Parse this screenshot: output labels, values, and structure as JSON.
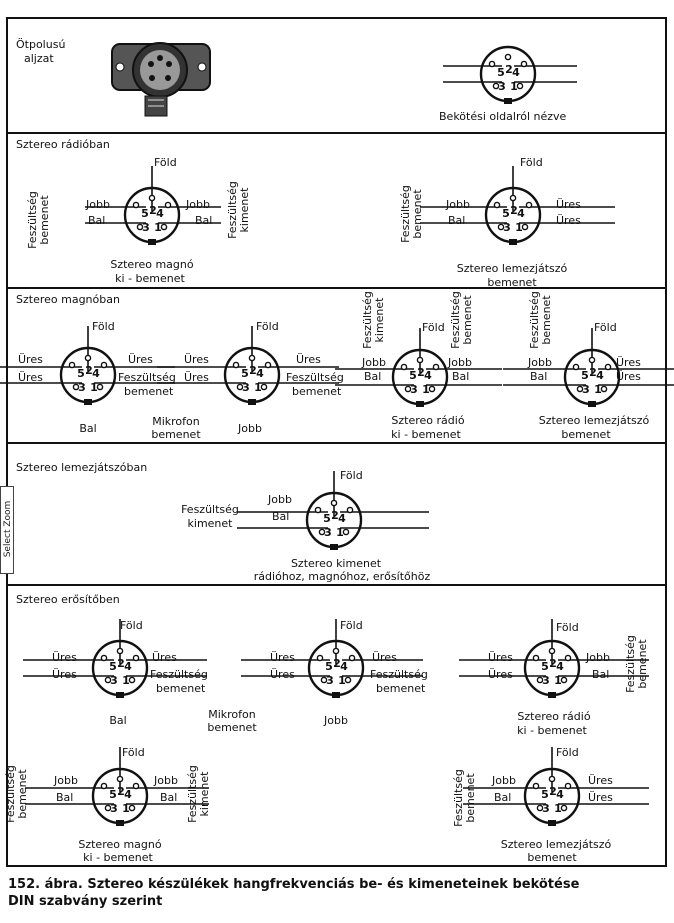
{
  "figure_caption_line1": "152. ábra. Sztereo készülékek hangfrekvenciás be- és kimeneteinek bekötése",
  "figure_caption_line2": "DIN szabvány szerint",
  "side_tab_label": "Select Zoom",
  "sections": {
    "s1": {
      "socket_label_1": "Ötpolusú",
      "socket_label_2": "aljzat",
      "view_label": "Bekötési oldalról nézve"
    },
    "s2": {
      "title": "Sztereo rádióban"
    },
    "s3": {
      "title": "Sztereo magnóban"
    },
    "s4": {
      "title": "Sztereo lemezjátszóban"
    },
    "s5": {
      "title": "Sztereo erősítőben"
    }
  },
  "pin_numbers": [
    "5",
    "2",
    "4",
    "3",
    "1"
  ],
  "terms": {
    "fold": "Föld",
    "jobb": "Jobb",
    "bal": "Bal",
    "ures": "Üres",
    "fesz_bemenet_1": "Feszültség",
    "fesz_bemenet_2": "bemenet",
    "fesz_kimenet_1": "Feszültség",
    "fesz_kimenet_2": "kimenet",
    "sztereo_magno": "Sztereo magnó",
    "ki_bemenet": "ki - bemenet",
    "sztereo_lemezjatszo": "Sztereo lemezjátszó",
    "bemenet": "bemenet",
    "sztereo_radio": "Sztereo rádió",
    "mikrofon": "Mikrofon",
    "sztereo_kimenet": "Sztereo kimenet",
    "kimenet_targets": "rádióhoz, magnóhoz, erősítőhöz"
  }
}
